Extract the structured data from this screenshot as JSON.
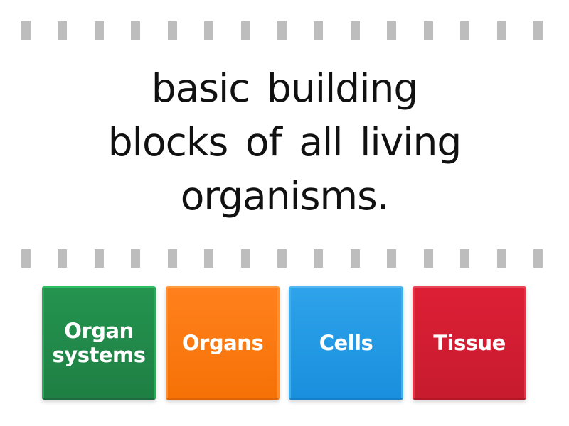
{
  "quiz": {
    "question": "basic building blocks of all living organisms.",
    "question_lines": [
      "basic building",
      "blocks of all",
      "living organisms."
    ],
    "answers": [
      {
        "label": "Organ systems",
        "color": "#23924e"
      },
      {
        "label": "Organs",
        "color": "#ff7f1b"
      },
      {
        "label": "Cells",
        "color": "#2ea3ea"
      },
      {
        "label": "Tissue",
        "color": "#dd1f35"
      }
    ]
  },
  "decor": {
    "dash_color": "#bdbdbd",
    "dash_count_per_row": 15
  }
}
